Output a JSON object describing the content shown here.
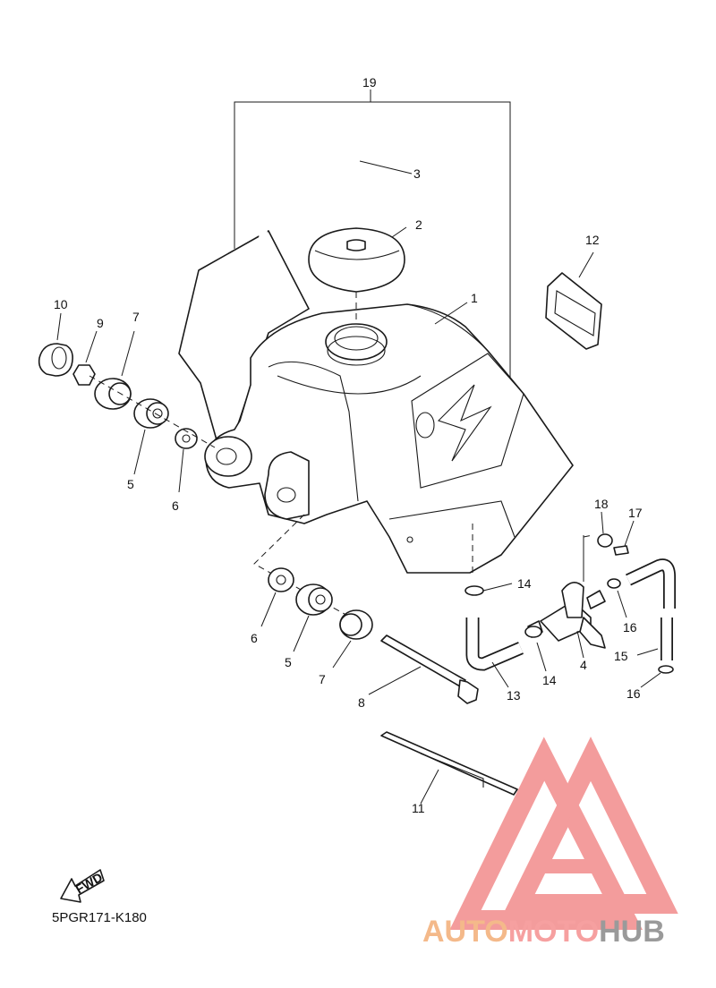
{
  "diagram": {
    "callouts": {
      "c1": "1",
      "c2": "2",
      "c3": "3",
      "c4": "4",
      "c5a": "5",
      "c5b": "5",
      "c6a": "6",
      "c6b": "6",
      "c7a": "7",
      "c7b": "7",
      "c8": "8",
      "c9": "9",
      "c10": "10",
      "c11": "11",
      "c12": "12",
      "c13": "13",
      "c14a": "14",
      "c14b": "14",
      "c15": "15",
      "c16a": "16",
      "c16b": "16",
      "c17": "17",
      "c18": "18",
      "c19": "19"
    },
    "fwd_label": "FWD",
    "diagram_code": "5PGR171-K180"
  },
  "watermark": {
    "part1": "AUTO",
    "part2": "MOTO",
    "part3": "HUB",
    "colors": {
      "auto": "#f4b98a",
      "moto": "#f6a0a0",
      "hub": "#9a9a9a",
      "logo": "#f28b8b"
    }
  }
}
